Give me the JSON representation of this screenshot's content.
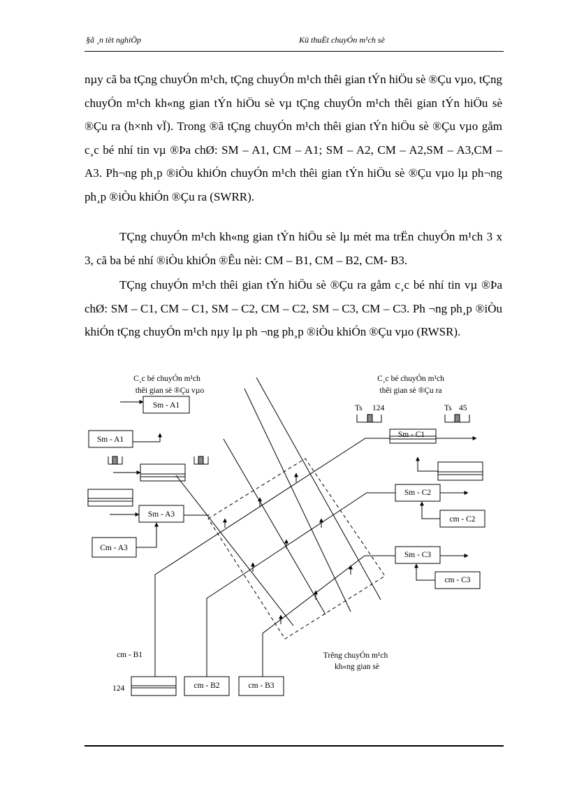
{
  "header": {
    "left": "§å ¸n tèt nghiÖp",
    "right": "Kü thuËt chuyÓn m¹ch sè"
  },
  "body": {
    "p1": "nµy cã ba tÇng chuyÓn m¹ch, tÇng chuyÓn m¹ch thêi gian tÝn hiÖu sè ®Çu vµo, tÇng chuyÓn m¹ch kh«ng gian tÝn hiÖu sè vµ tÇng chuyÓn m¹ch thêi gian tÝn hiÖu sè ®Çu ra (h×nh vÏ). Trong ®ã tÇng chuyÓn m¹ch thêi gian tÝn hiÖu sè ®Çu vµo gåm c¸c bé nhí tin vµ ®Þa chØ: SM – A1, CM – A1; SM – A2, CM – A2,SM – A3,CM – A3. Ph­¬ng ph¸p ®iÒu khiÓn chuyÓn m¹ch thêi gian tÝn hiÖu sè ®Çu vµo lµ ph­¬ng ph¸p ®iÒu khiÓn ®Çu ra (SWRR).",
    "p2": "TÇng chuyÓn m¹ch kh«ng gian tÝn hiÖu sè lµ mét ma trËn chuyÓn m¹ch 3 x 3, cã ba bé nhí ®iÒu khiÓn ®Êu nèi: CM – B1, CM – B2, CM- B3.",
    "p3": "TÇng chuyÓn m¹ch thêi gian tÝn hiÖu sè ®Çu ra gåm c¸c bé nhí tin vµ ®Þa chØ: SM – C1, CM – C1, SM – C2, CM – C2, SM – C3, CM – C3. Ph ­¬ng ph¸p ®iÒu khiÓn tÇng chuyÓn m¹ch nµy lµ ph ­¬ng ph¸p ®iÒu khiÓn ®Çu vµo (RWSR)."
  },
  "diagram": {
    "input_title_1": "C¸c bé chuyÓn m¹ch",
    "input_title_2": "thêi gian sè ®Çu vµo",
    "output_title_1": "C¸c bé chuyÓn m¹ch",
    "output_title_2": "thêi gian sè ®Çu ra",
    "sm_a1_top": "Sm - A1",
    "sm_a1": "Sm - A1",
    "sm_a3": "Sm - A3",
    "cm_a3": "Cm - A3",
    "sm_c1": "Sm - C1",
    "sm_c2": "Sm - C2",
    "sm_c3": "Sm - C3",
    "cm_c2": "cm - C2",
    "cm_c3": "cm - C3",
    "ts_label_1": "Ts",
    "ts_value_1": "124",
    "ts_label_2": "Ts",
    "ts_value_2": "45",
    "cm_b1": "cm - B1",
    "cm_b2": "cm - B2",
    "cm_b3": "cm - B3",
    "value_124": "124",
    "space_stage_1": "Trêng chuyÓn m¹ch",
    "space_stage_2": "kh«ng gian sè"
  }
}
